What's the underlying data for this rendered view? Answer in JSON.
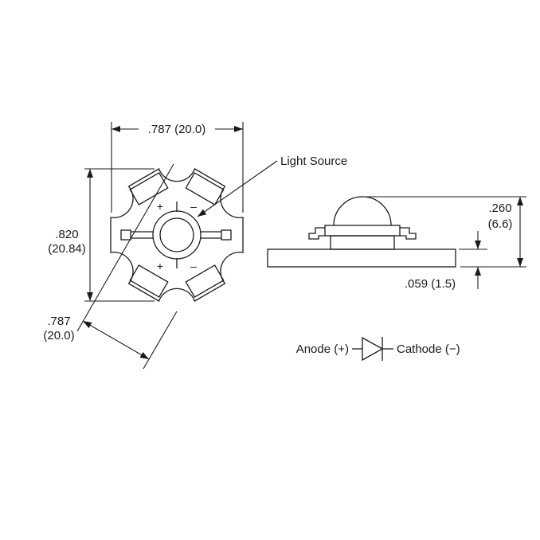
{
  "colors": {
    "ink": "#1a1a1a",
    "background": "#ffffff"
  },
  "top_view": {
    "width_dim": ".787 (20.0)",
    "height_dim": {
      "line1": ".820",
      "line2": "(20.84)"
    },
    "diag_dim": {
      "line1": ".787",
      "line2": "(20.0)"
    },
    "light_source_label": "Light Source",
    "polarity": {
      "plus": "+",
      "minus": "–"
    }
  },
  "side_view": {
    "height_dim": {
      "line1": ".260",
      "line2": "(6.6)"
    },
    "thickness_dim": ".059 (1.5)"
  },
  "diode_symbol": {
    "anode_label": "Anode (+)",
    "cathode_label": "Cathode (−)"
  }
}
